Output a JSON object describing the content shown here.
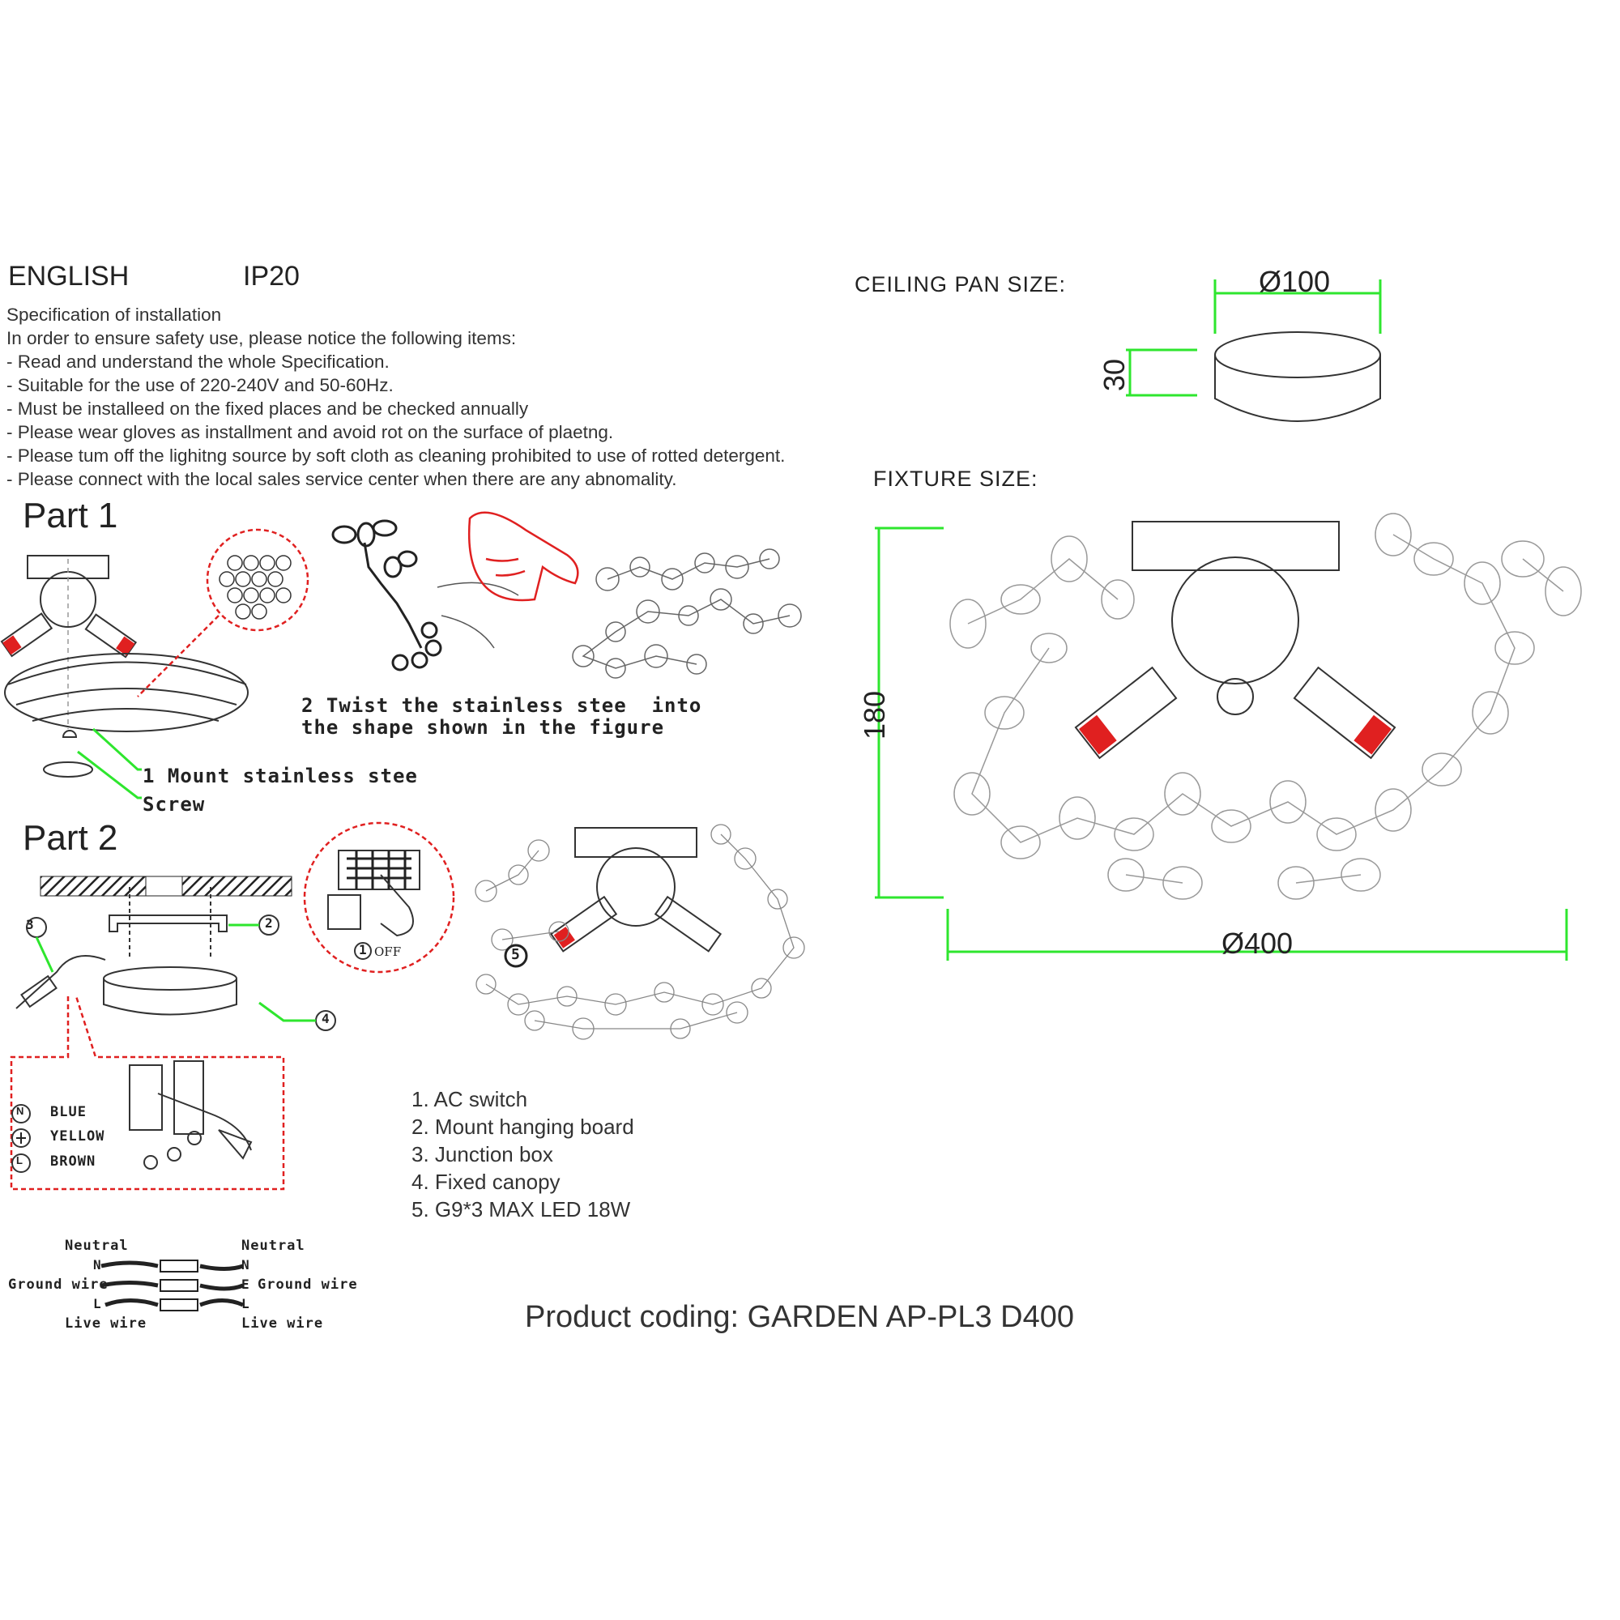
{
  "header": {
    "language": "ENGLISH",
    "ip_rating": "IP20"
  },
  "spec": {
    "title": "Specification of installation",
    "intro": "In order to ensure safety use, please notice the following items:",
    "items": [
      "- Read and understand the whole Specification.",
      "- Suitable for the use of 220-240V and 50-60Hz.",
      "- Must be installeed on the fixed places and be checked annually",
      "- Please wear gloves as installment and avoid rot on the surface of plaetng.",
      "- Please tum off the lighitng source by soft cloth as cleaning prohibited to use of rotted detergent.",
      "- Please connect with the local sales service center when there are any abnomality."
    ]
  },
  "part1": {
    "title": "Part 1",
    "step2_line1": "2 Twist the stainless stee  into",
    "step2_line2": "the shape shown in the figure",
    "step1": "1 Mount stainless stee",
    "screw": "Screw"
  },
  "part2": {
    "title": "Part 2",
    "off": "OFF",
    "callouts": [
      "1",
      "2",
      "3",
      "4",
      "5"
    ]
  },
  "wiring": {
    "blue": "BLUE",
    "yellow": "YELLOW",
    "brown": "BROWN",
    "sym_n": "N",
    "sym_l": "L",
    "neutral": "Neutral",
    "ground": "Ground wire",
    "live": "Live wire",
    "n": "N",
    "e": "E",
    "l": "L"
  },
  "legend": [
    "1. AC switch",
    "2. Mount hanging board",
    "3. Junction box",
    "4. Fixed canopy",
    "5. G9*3 MAX LED 18W"
  ],
  "dimensions": {
    "ceiling_label": "CEILING PAN  SIZE:",
    "ceiling_diameter": "Ø100",
    "ceiling_height": "30",
    "fixture_label": "FIXTURE SIZE:",
    "fixture_height": "180",
    "fixture_diameter": "Ø400"
  },
  "product_coding": "Product coding: GARDEN AP-PL3 D400",
  "colors": {
    "dimension_lines": "#2ee62e",
    "highlight": "#e02020"
  }
}
